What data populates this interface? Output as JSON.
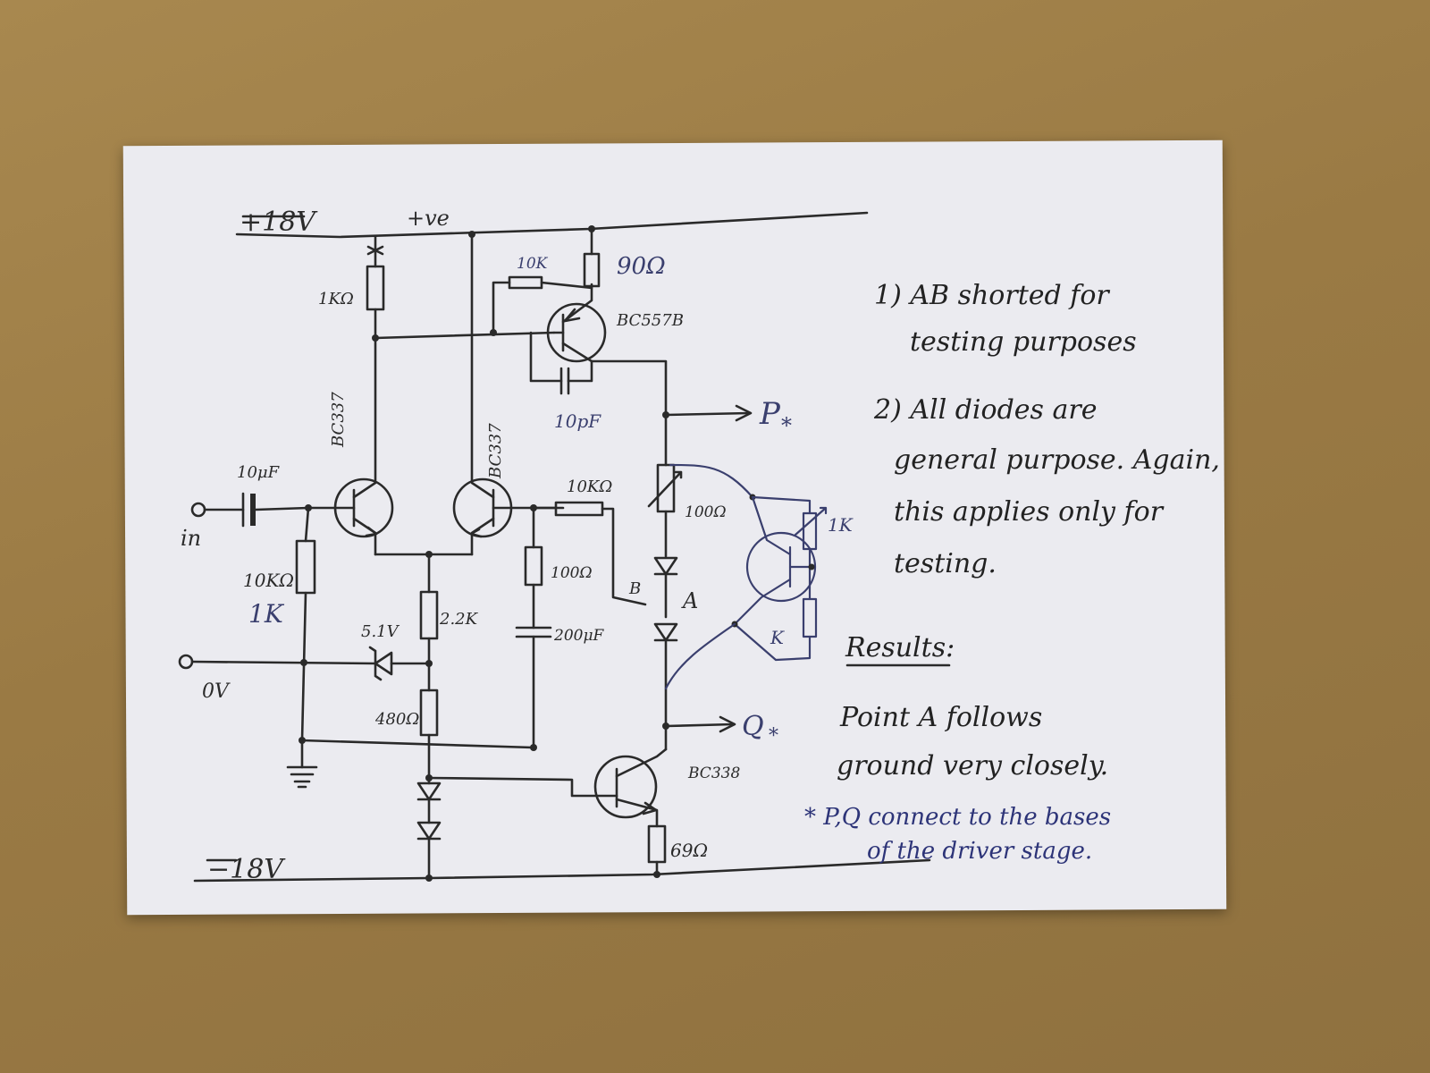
{
  "rails": {
    "pos_supply": "+18V",
    "pos_ve": "+ve",
    "neg_supply": "−18V"
  },
  "labels": {
    "r_1k_top": "1KΩ",
    "r_10k_fb": "10K",
    "r_90": "90Ω",
    "q_bc557b": "BC557B",
    "c_10pf": "10pF",
    "q_bc337_left": "BC337",
    "q_bc337_right": "BC337",
    "c_10uf": "10μF",
    "r_10k_input": "10KΩ",
    "r_1k_input": "1K",
    "r_10k_mid": "10KΩ",
    "r_100_pot": "100Ω",
    "r_1k_vbe": "1K",
    "r_k_vbe": "K",
    "r_100_mid": "100Ω",
    "c_200uf": "200μF",
    "zener_51": "5.1V",
    "r_22k": "2.2K",
    "r_480": "480Ω",
    "q_bc338": "BC338",
    "r_69": "69Ω",
    "port_in": "in",
    "port_0v": "0V",
    "point_p": "P",
    "point_q": "Q",
    "asterisk": "*",
    "point_a": "A",
    "point_b": "B"
  },
  "notes": {
    "n1_l1": "1)  AB shorted for",
    "n1_l2": "testing purposes",
    "n2_l1": "2) All diodes are",
    "n2_l2": "general purpose. Again,",
    "n2_l3": "this applies only for",
    "n2_l4": "testing.",
    "results_heading": "Results:",
    "r_l1": "Point A follows",
    "r_l2": "ground very closely.",
    "pq_l1": "* P,Q connect to the bases",
    "pq_l2": "of the driver stage."
  }
}
